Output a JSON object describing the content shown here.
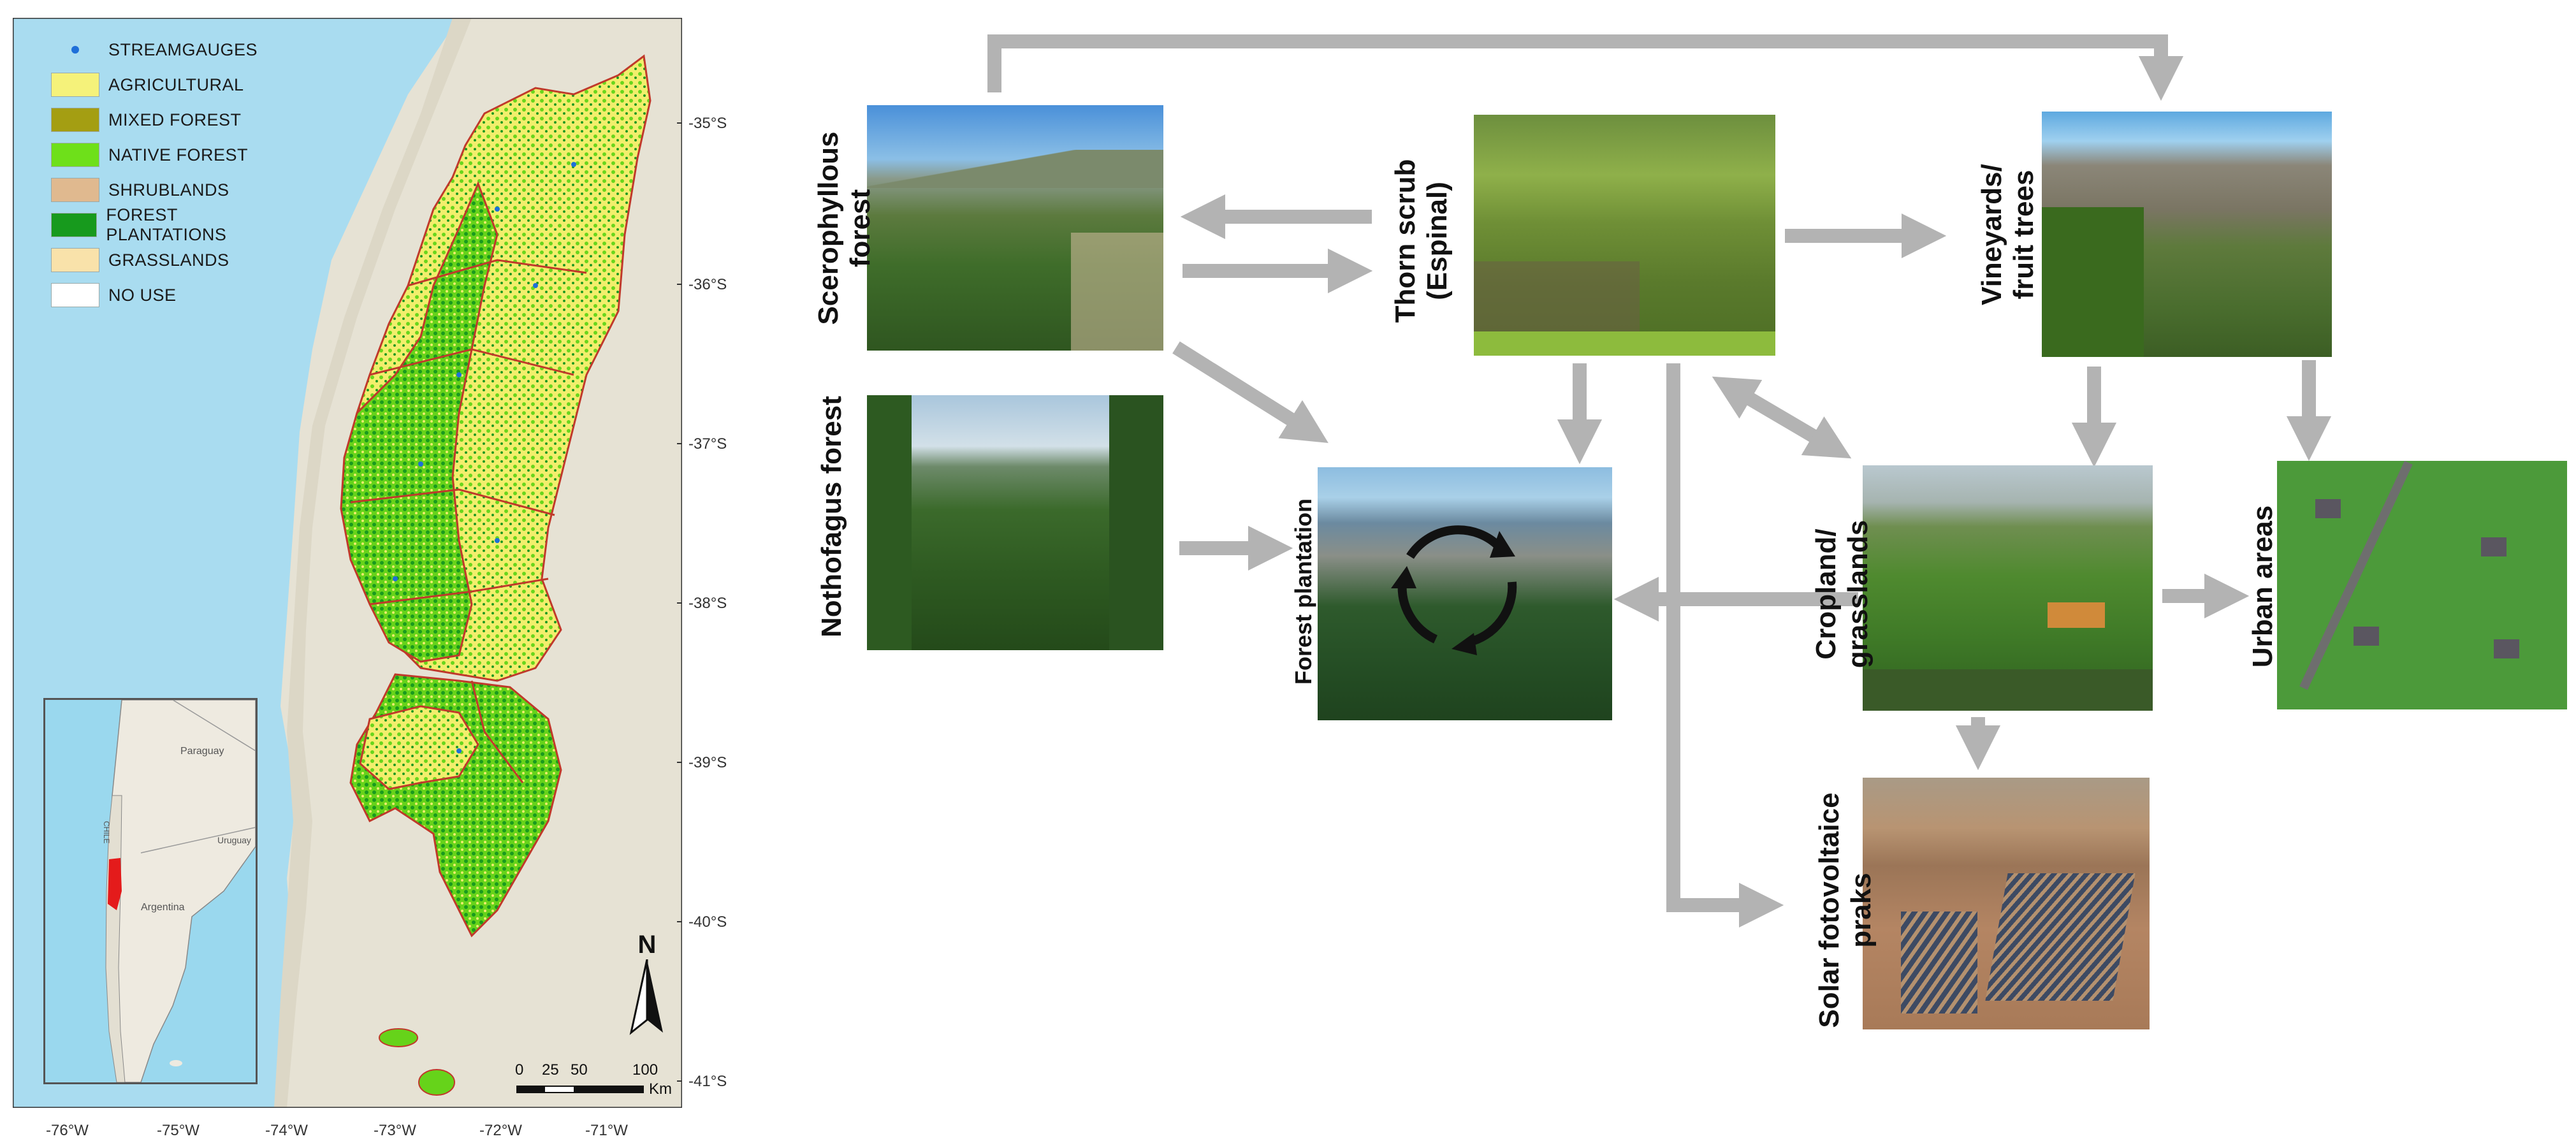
{
  "map": {
    "legend": [
      {
        "label": "STREAMGAUGES",
        "color": "#1e6fd9",
        "kind": "dot"
      },
      {
        "label": "AGRICULTURAL",
        "color": "#f5f27a",
        "kind": "box"
      },
      {
        "label": "MIXED FOREST",
        "color": "#a49e12",
        "kind": "box"
      },
      {
        "label": "NATIVE FOREST",
        "color": "#6ee01a",
        "kind": "box"
      },
      {
        "label": "SHRUBLANDS",
        "color": "#e0b98f",
        "kind": "box"
      },
      {
        "label": "FOREST PLANTATIONS",
        "color": "#179a1d",
        "kind": "box"
      },
      {
        "label": "GRASSLANDS",
        "color": "#f9e2aa",
        "kind": "box"
      },
      {
        "label": "NO USE",
        "color": "#ffffff",
        "kind": "box"
      }
    ],
    "lat_labels": [
      "-35°S",
      "-36°S",
      "-37°S",
      "-38°S",
      "-39°S",
      "-40°S",
      "-41°S"
    ],
    "lon_labels": [
      "-76°W",
      "-75°W",
      "-74°W",
      "-73°W",
      "-72°W",
      "-71°W"
    ],
    "north_label": "N",
    "scale": {
      "ticks": [
        "0",
        "25",
        "50",
        "100"
      ],
      "unit": "Km"
    },
    "inset_labels": [
      "Paraguay",
      "Argentina",
      "Uruguay",
      "CHILE"
    ]
  },
  "diagram": {
    "nodes": {
      "sclerophyllous": "Scerophyllous\nforest",
      "thorn_scrub": "Thorn scrub\n(Espinal)",
      "vineyards": "Vineyards/\nfruit trees",
      "nothofagus": "Nothofagus  forest",
      "forest_plantation": "Forest plantation",
      "cropland": "Cropland/\ngrasslands",
      "urban": "Urban areas",
      "solar": "Solar fotovoltaice\npraks"
    }
  },
  "colors": {
    "ocean": "#a9dcf0",
    "land": "#e8e4d8",
    "arrow": "#b3b3b3",
    "boundary": "#c0392b"
  }
}
